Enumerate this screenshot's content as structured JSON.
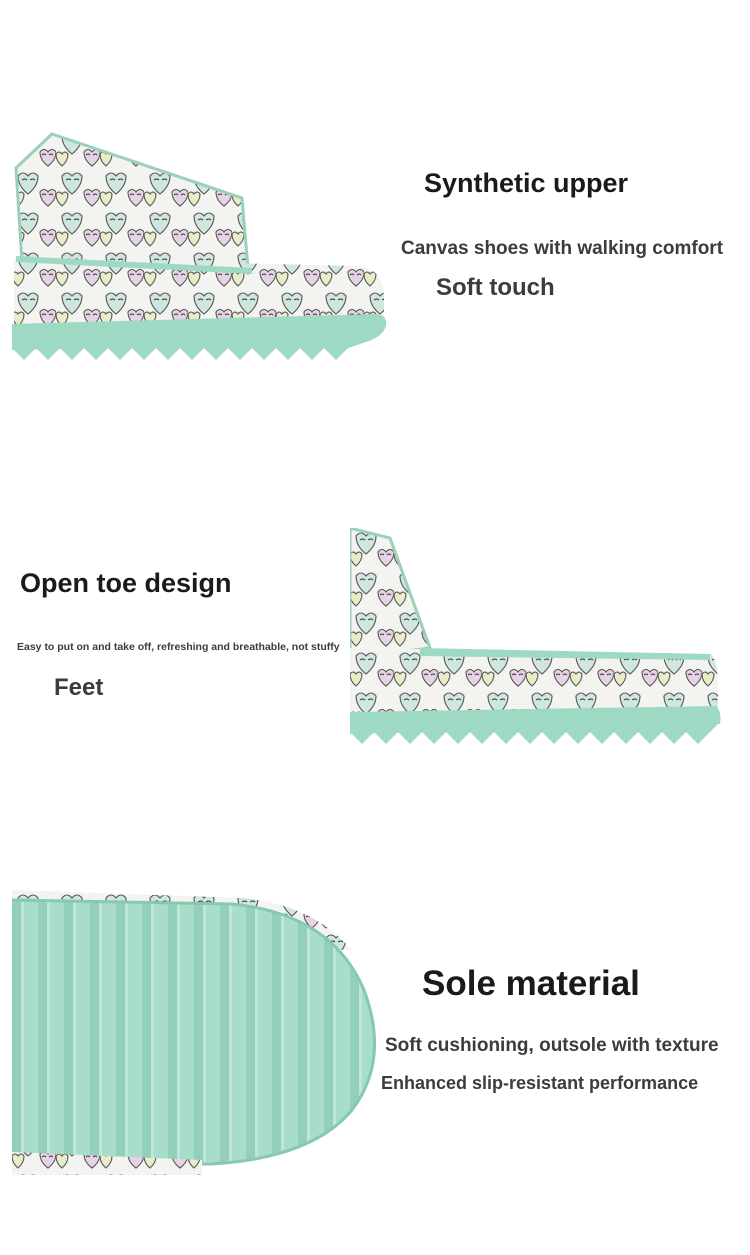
{
  "section_upper": {
    "title": "Synthetic upper",
    "subtitle": "Canvas shoes with walking comfort",
    "note": "Soft touch"
  },
  "section_toe": {
    "title": "Open toe design",
    "subtitle": "Easy to put on and take off, refreshing and breathable, not stuffy",
    "note": "Feet"
  },
  "section_sole": {
    "title": "Sole material",
    "subtitle": "Soft cushioning, outsole with texture",
    "note": "Enhanced slip-resistant performance"
  },
  "colors": {
    "title_text": "#1a1a1a",
    "body_text": "#3c3c3c",
    "sole_mint": "#9ed9c4",
    "sole_mint_dark": "#86c8b1",
    "print_bg": "#f3f3ef"
  },
  "icons": {
    "upper_photo": "slide-sandal-side-photo",
    "toe_photo": "slide-sandal-toe-photo",
    "sole_photo": "slide-sandal-outsole-photo"
  }
}
